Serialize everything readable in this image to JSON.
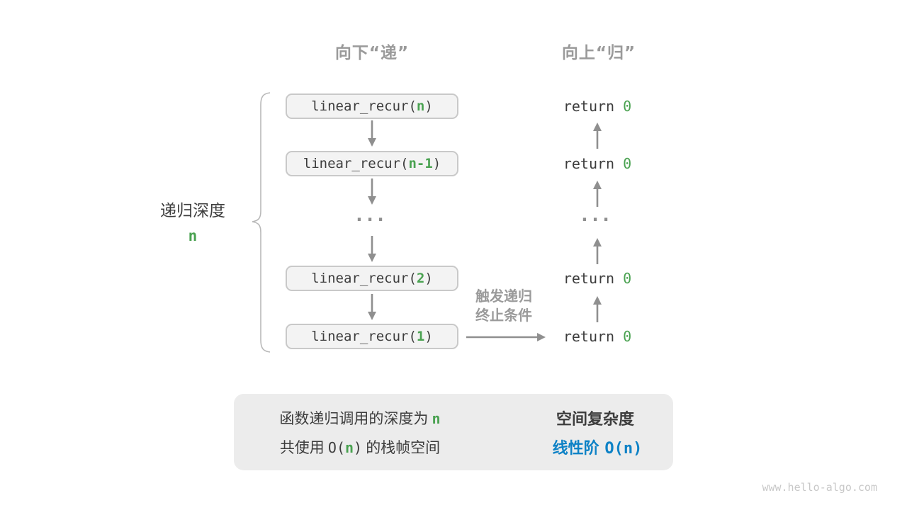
{
  "headers": {
    "down": "向下“递”",
    "up": "向上“归”"
  },
  "depth_label": {
    "title": "递归深度",
    "value": "n"
  },
  "calls": [
    {
      "prefix": "linear_recur(",
      "arg": "n",
      "suffix": ")"
    },
    {
      "prefix": "linear_recur(",
      "arg": "n-1",
      "suffix": ")"
    },
    {
      "dots": "···"
    },
    {
      "prefix": "linear_recur(",
      "arg": "2",
      "suffix": ")"
    },
    {
      "prefix": "linear_recur(",
      "arg": "1",
      "suffix": ")"
    }
  ],
  "returns": [
    {
      "keyword": "return ",
      "value": "0"
    },
    {
      "keyword": "return ",
      "value": "0"
    },
    {
      "dots": "···"
    },
    {
      "keyword": "return ",
      "value": "0"
    },
    {
      "keyword": "return ",
      "value": "0"
    }
  ],
  "trigger_label": {
    "line1": "触发递归",
    "line2": "终止条件"
  },
  "summary": {
    "line1_text": "函数递归调用的深度为",
    "line1_n": "n",
    "line2_text1": "共使用",
    "line2_code_open": "O(",
    "line2_n": "n",
    "line2_code_close": ")",
    "line2_text2": "的栈帧空间",
    "right_title": "空间复杂度",
    "right_label": "线性阶 ",
    "right_complexity": "O(n)"
  },
  "watermark": "www.hello-algo.com",
  "colors": {
    "accent_green": "#4aa251",
    "accent_blue": "#0e82c6",
    "arrow_gray": "#8f8f8f",
    "header_gray": "#9a9a9a",
    "box_fill": "#f3f3f3",
    "box_border": "#c9c9c9",
    "summary_fill": "#ececec",
    "text_dark": "#3d3d3d"
  }
}
